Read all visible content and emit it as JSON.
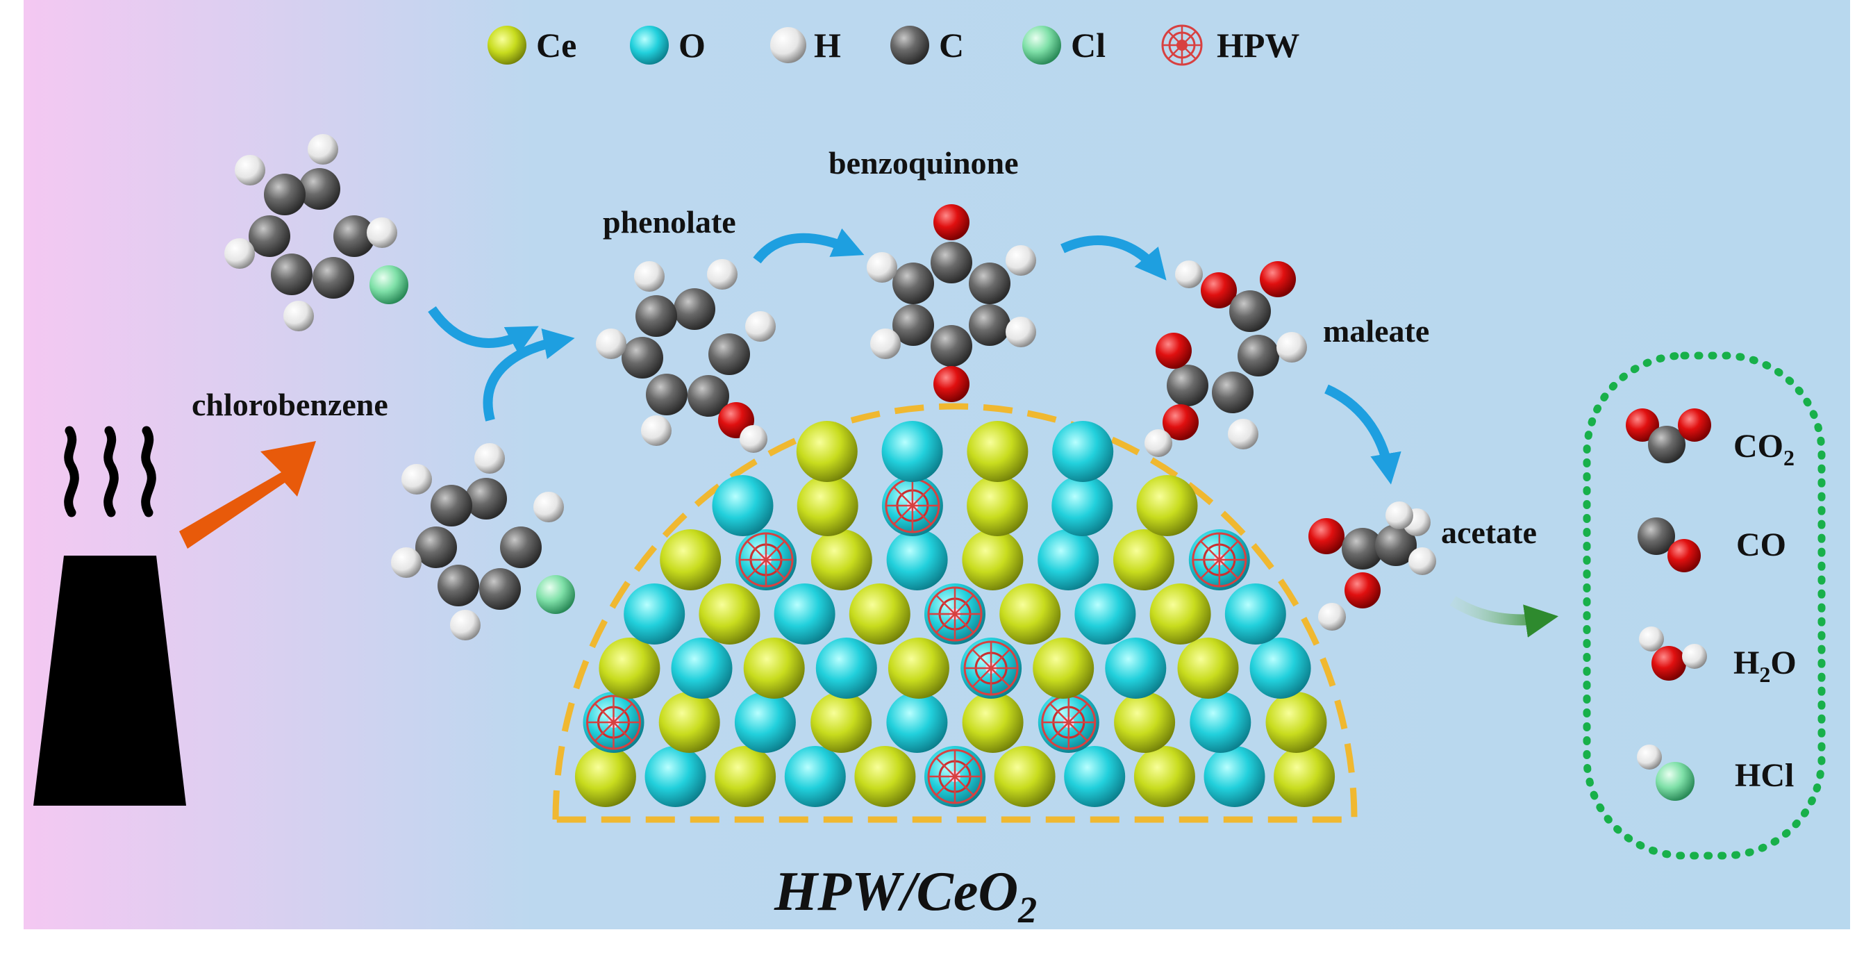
{
  "legend": {
    "items": [
      {
        "symbol": "Ce",
        "label": "Ce",
        "color": "#c8dc1e"
      },
      {
        "symbol": "O",
        "label": "O",
        "color": "#22d0dc"
      },
      {
        "symbol": "H",
        "label": "H",
        "color": "#e8e8e8"
      },
      {
        "symbol": "C",
        "label": "C",
        "color": "#555555"
      },
      {
        "symbol": "Cl",
        "label": "Cl",
        "color": "#7fe0a8"
      },
      {
        "symbol": "HPW",
        "label": "HPW",
        "color": "#d84040"
      }
    ]
  },
  "intermediates": {
    "chlorobenzene": "chlorobenzene",
    "phenolate": "phenolate",
    "benzoquinone": "benzoquinone",
    "maleate": "maleate",
    "acetate": "acetate"
  },
  "products": {
    "co2": {
      "main": "CO",
      "sub": "2"
    },
    "co": {
      "main": "CO"
    },
    "h2o": {
      "pre": "H",
      "sub": "2",
      "post": "O"
    },
    "hcl": {
      "main": "HCl"
    }
  },
  "catalyst": {
    "main": "HPW/CeO",
    "sub": "2"
  },
  "colors": {
    "background_left": "#f4c8f2",
    "background_right": "#b8d8ee",
    "ce": "#c8dc1e",
    "o_support": "#22d0dc",
    "oxygen_atom": "#e01010",
    "carbon": "#5a5a5a",
    "hydrogen": "#eeeeee",
    "chlorine": "#7fe0a8",
    "hpw": "#d84040",
    "flow_arrow": "#1e9fe0",
    "feed_arrow": "#e85a0a",
    "product_arrow": "#3a8a3a",
    "dashed_boundary": "#f0b830",
    "product_border": "#18b04a"
  }
}
